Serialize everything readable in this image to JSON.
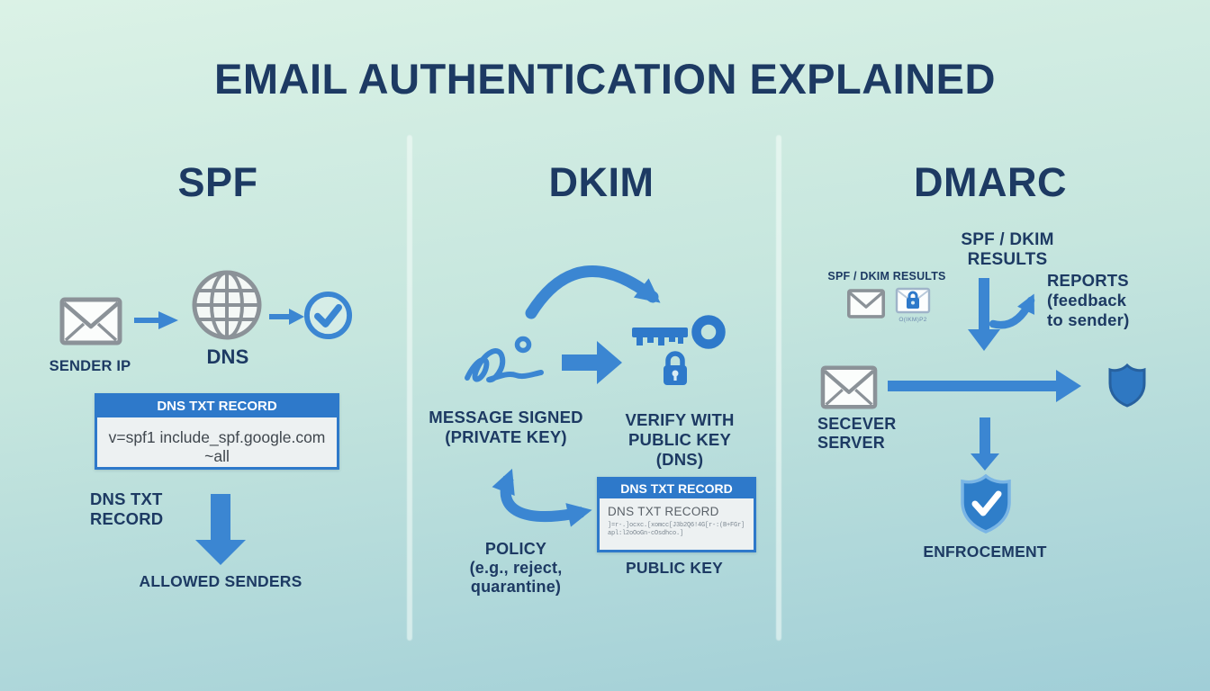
{
  "title": "EMAIL AUTHENTICATION EXPLAINED",
  "colors": {
    "navy": "#1d3a63",
    "accent": "#3b86d2",
    "accent_deep": "#2e79ca",
    "icon_gray": "#8b9298",
    "bg_top": "#dbf2e6",
    "bg_bottom": "#a0ced7"
  },
  "spf": {
    "header": "SPF",
    "sender_ip_label": "SENDER IP",
    "dns_label": "DNS",
    "record_box": {
      "header": "DNS TXT RECORD",
      "value": "v=spf1 include_spf.google.com ~all"
    },
    "record_label": "DNS TXT\nRECORD",
    "allowed_label": "ALLOWED SENDERS"
  },
  "dkim": {
    "header": "DKIM",
    "signed_label": "MESSAGE SIGNED\n(PRIVATE KEY)",
    "verify_label": "VERIFY WITH\nPUBLIC KEY\n(DNS)",
    "record_box": {
      "header": "DNS TXT RECORD",
      "title": "DNS TXT RECORD",
      "key_text": "]=r-.]ocxc.[xomcc[J3b2Q6!4G[r-:(B+FGr]\napl:l2oOoGn-cOsdhco.]"
    },
    "policy_label": "POLICY\n(e.g., reject,\nquarantine)",
    "public_key_label": "PUBLIC KEY"
  },
  "dmarc": {
    "header": "DMARC",
    "results_label": "SPF / DKIM\nRESULTS",
    "results_small_label": "SPF / DKIM RESULTS",
    "lock_envelope_caption": "O(IKM)P2",
    "reports_label": "REPORTS\n(feedback\nto sender)",
    "server_label": "SECEVER\nSERVER",
    "enforcement_label": "ENFROCEMENT"
  }
}
